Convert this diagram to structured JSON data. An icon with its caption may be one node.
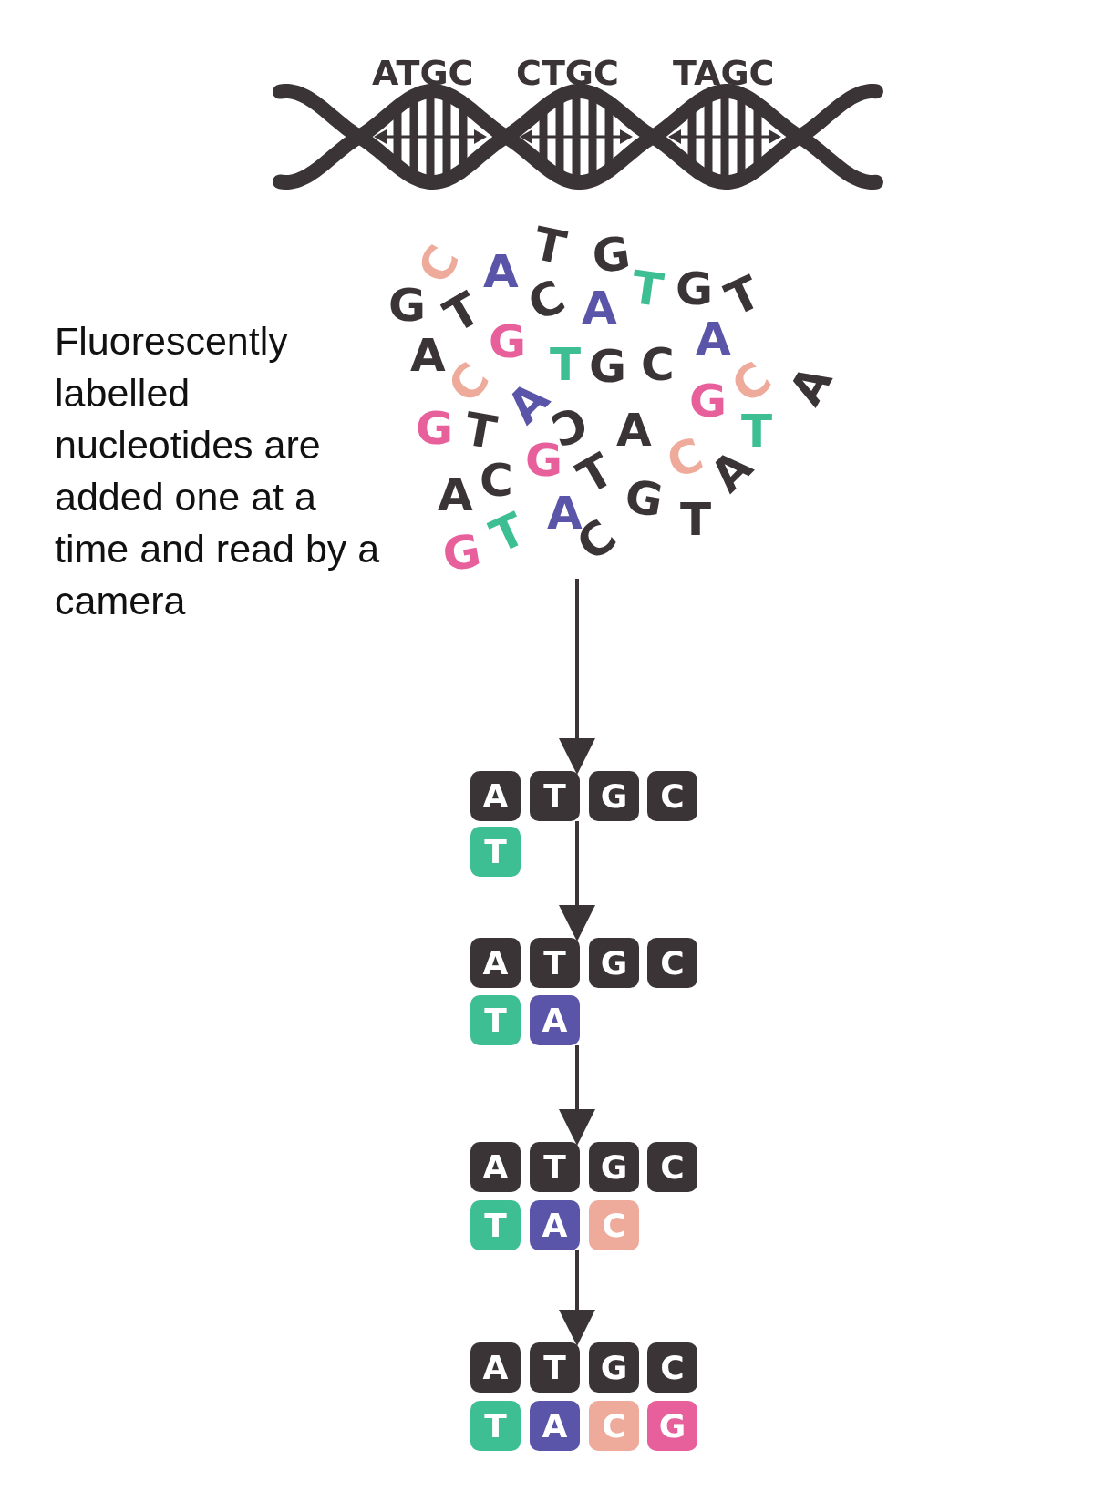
{
  "diagram": {
    "nodes": [
      {
        "text": [
          "T",
          "G",
          "C",
          "A",
          "T",
          "G",
          "T",
          "G",
          "T",
          "C",
          "A",
          "A",
          "G",
          "A",
          "T",
          "G",
          "C",
          "C",
          "A",
          "C",
          "G",
          "A",
          "G",
          "T",
          "C",
          "A",
          "T",
          "C",
          "A",
          "G",
          "T",
          "A",
          "C",
          "G",
          "T",
          "A",
          "T",
          "C",
          "G"
        ]
      },
      {
        "text": [
          "A"
        ]
      },
      {
        "text": [
          "T"
        ]
      },
      {
        "text": [
          "G"
        ]
      },
      {
        "text": [
          "C"
        ]
      },
      {
        "text": [
          "T"
        ]
      },
      {
        "text": [
          "A"
        ]
      },
      {
        "text": [
          "T"
        ]
      },
      {
        "text": [
          "G"
        ]
      },
      {
        "text": [
          "C"
        ]
      },
      {
        "text": [
          "T"
        ]
      },
      {
        "text": [
          "A"
        ]
      },
      {
        "text": [
          "A"
        ]
      },
      {
        "text": [
          "T"
        ]
      },
      {
        "text": [
          "G"
        ]
      },
      {
        "text": [
          "C"
        ]
      },
      {
        "text": [
          "T"
        ]
      },
      {
        "text": [
          "A"
        ]
      },
      {
        "text": [
          "C"
        ]
      },
      {
        "text": [
          "A"
        ]
      },
      {
        "text": [
          "T"
        ]
      },
      {
        "text": [
          "G"
        ]
      },
      {
        "text": [
          "C"
        ]
      },
      {
        "text": [
          "T"
        ]
      },
      {
        "text": [
          "A"
        ]
      },
      {
        "text": [
          "C"
        ]
      },
      {
        "text": [
          "G"
        ]
      }
    ],
    "edges": [
      {
        "from": 0,
        "to": 2,
        "arrow": "to"
      },
      {
        "from": 2,
        "to": 7,
        "arrow": "to"
      },
      {
        "from": 11,
        "to": 13,
        "arrow": "to"
      },
      {
        "from": 17,
        "to": 20,
        "arrow": "to"
      }
    ],
    "labels": [
      "ATGC",
      "CTGC",
      "TAGC",
      "Fluorescently labelled nucleotides are added one at a time and read by a camera"
    ]
  }
}
